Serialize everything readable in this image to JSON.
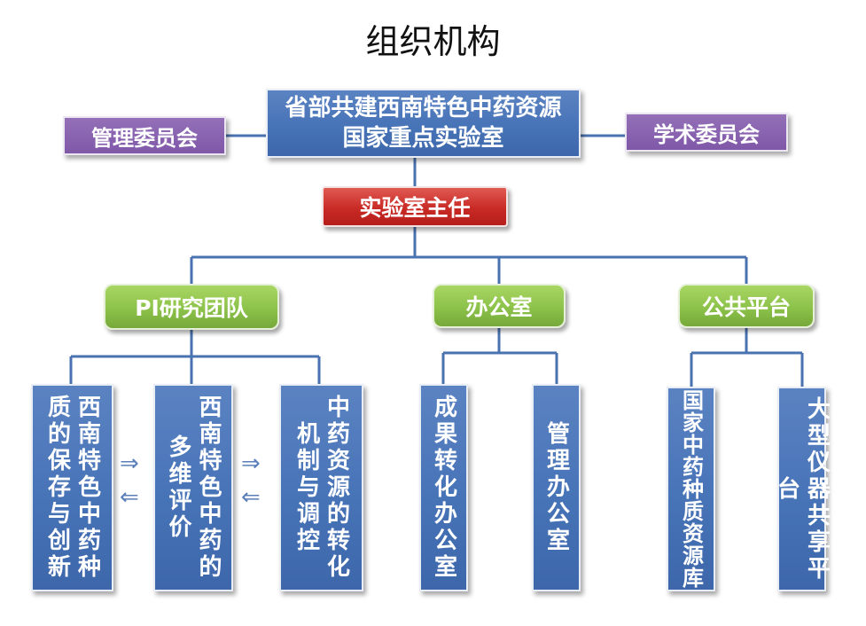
{
  "title": "组织机构",
  "top": {
    "lab": "省部共建西南特色中药资源国家重点实验室",
    "left_committee": "管理委员会",
    "right_committee": "学术委员会",
    "director": "实验室主任"
  },
  "branches": [
    {
      "label": "PI研究团队",
      "children": [
        "西南特色中药种质的保存与创新",
        "西南特色中药的多维评价",
        "中药资源的转化机制与调控"
      ]
    },
    {
      "label": "办公室",
      "children": [
        "成果转化办公室",
        "管理办公室"
      ]
    },
    {
      "label": "公共平台",
      "children": [
        "国家中药种质资源库",
        "大型仪器共享平台"
      ]
    }
  ],
  "arrows": {
    "right": "⇒",
    "left": "⇐"
  },
  "colors": {
    "blue": "#4773b7",
    "purple": "#7f58a8",
    "red": "#c92a25",
    "green": "#8cc24a",
    "connector": "#4a72b0"
  }
}
